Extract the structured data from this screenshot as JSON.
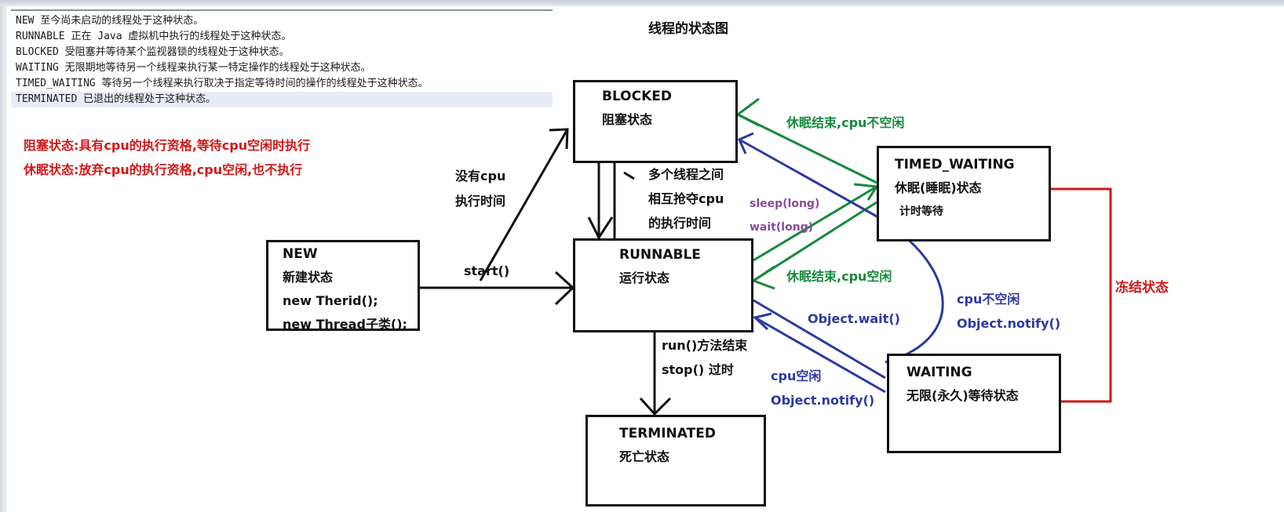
{
  "javadoc_lines": [
    "NEW 至今尚未启动的线程处于这种状态。",
    "RUNNABLE 正在 Java 虚拟机中执行的线程处于这种状态。",
    "BLOCKED 受阻塞并等待某个监视器锁的线程处于这种状态。",
    "WAITING 无限期地等待另一个线程来执行某一特定操作的线程处于这种状态。",
    "TIMED_WAITING 等待另一个线程来执行取决于指定等待时间的操作的线程处于这种状态。",
    "TERMINATED 已退出的线程处于这种状态。"
  ],
  "notes": {
    "blocked": "阻塞状态:具有cpu的执行资格,等待cpu空闲时执行",
    "sleep": "休眠状态:放弃cpu的执行资格,cpu空闲,也不执行"
  },
  "title": "线程的状态图",
  "states": {
    "new": {
      "name": "NEW",
      "desc": "新建状态",
      "code1": "new Therid();",
      "code2": "new Thread子类();"
    },
    "blocked": {
      "name": "BLOCKED",
      "desc": "阻塞状态"
    },
    "runnable": {
      "name": "RUNNABLE",
      "desc": "运行状态"
    },
    "timed_waiting": {
      "name": "TIMED_WAITING",
      "desc": "休眠(睡眠)状态",
      "desc2": "计时等待"
    },
    "waiting": {
      "name": "WAITING",
      "desc": "无限(永久)等待状态"
    },
    "terminated": {
      "name": "TERMINATED",
      "desc": "死亡状态"
    }
  },
  "labels": {
    "no_cpu_1": "没有cpu",
    "no_cpu_2": "执行时间",
    "start": "start()",
    "compete_1": "多个线程之间",
    "compete_2": "相互抢夺cpu",
    "compete_3": "的执行时间",
    "sleep_end_busy": "休眠结束,cpu不空闲",
    "sleep_end_free": "休眠结束,cpu空闲",
    "sleep_long": "sleep(long)",
    "wait_long": "wait(long)",
    "obj_wait": "Object.wait()",
    "cpu_busy": "cpu不空闲",
    "obj_notify_1": "Object.notify()",
    "cpu_free": "cpu空闲",
    "obj_notify_2": "Object.notify()",
    "run_end": "run()方法结束",
    "stop": "stop() 过时",
    "frozen": "冻结状态"
  },
  "colors": {
    "black": "#111111",
    "green": "#168a3c",
    "blue": "#2c3aa0",
    "red": "#d01818",
    "purple": "#8a4aa0"
  }
}
